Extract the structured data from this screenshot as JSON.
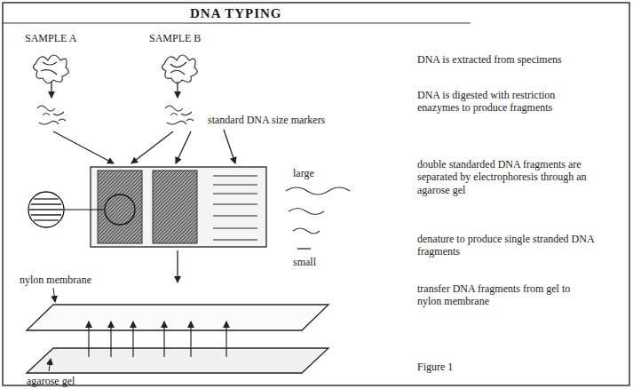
{
  "diagram": {
    "title": "DNA TYPING",
    "caption": "Figure 1",
    "labels": [
      "SAMPLE A",
      "SAMPLE B",
      "DNA is extracted from specimens",
      "DNA is digested with restriction enazymes to produce fragments",
      "standard DNA size markers",
      "large",
      "small",
      "double standarded DNA fragments are separated by electrophoresis through an agarose gel",
      "denature to produce single stranded DNA fragments",
      "transfer DNA fragments from gel to nylon membrane",
      "nylon membrane",
      "agarose gel"
    ]
  }
}
